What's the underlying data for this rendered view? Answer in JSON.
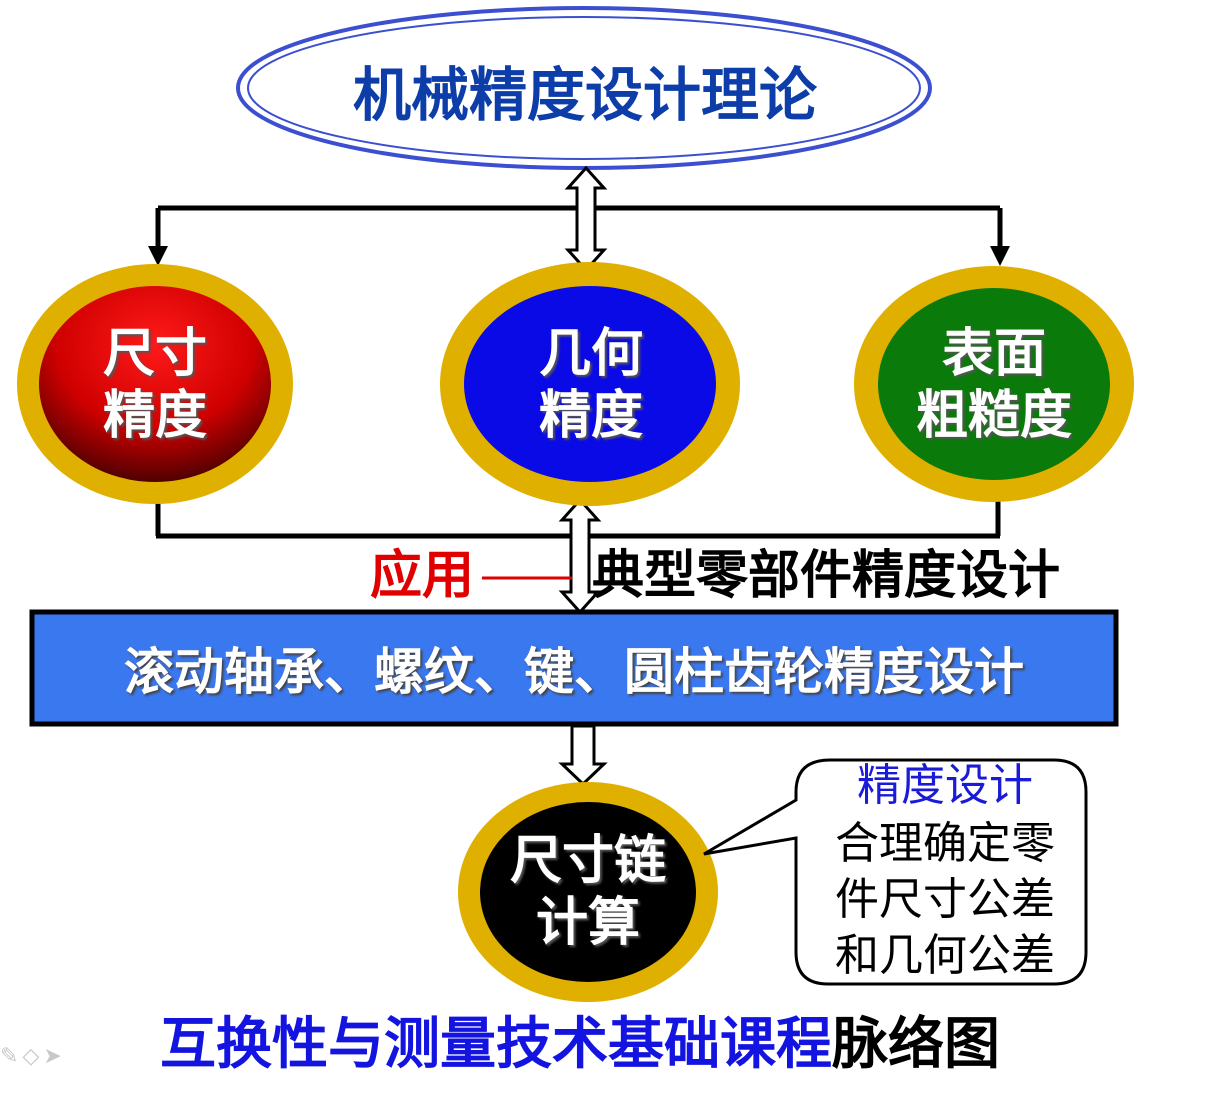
{
  "title": "机械精度设计理论",
  "nodes": {
    "dimensional": {
      "line1": "尺寸",
      "line2": "精度",
      "color": "#d80000"
    },
    "geometric": {
      "line1": "几何",
      "line2": "精度",
      "color": "#0a0ae6"
    },
    "surface": {
      "line1": "表面",
      "line2": "粗糙度",
      "color": "#0a7a0a"
    },
    "chain": {
      "line1": "尺寸链",
      "line2": "计算",
      "color": "#000000"
    }
  },
  "application": {
    "label": "应用",
    "text": "典型零部件精度设计"
  },
  "bar": {
    "text": "滚动轴承、螺纹、键、圆柱齿轮精度设计",
    "color": "#3a78f0"
  },
  "callout": {
    "title": "精度设计",
    "body": [
      "合理确定零",
      "件尺寸公差",
      "和几何公差"
    ]
  },
  "footer": {
    "blue": "互换性与测量技术基础课程",
    "black": "脉络图"
  },
  "colors": {
    "title": "#0d3da8",
    "ring": "#e0b000",
    "apply_label": "#e00000",
    "callout_title": "#1a1ad8",
    "footer_blue": "#1414e0"
  }
}
